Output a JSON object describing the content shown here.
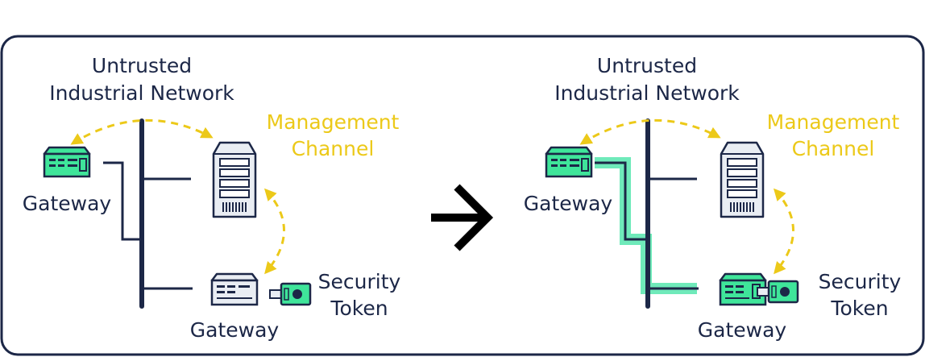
{
  "colors": {
    "navy": "#1c2747",
    "yellow": "#ecc919",
    "green": "#3fe59a",
    "green_glow": "#6feaba",
    "device_gray": "#e9edf3"
  },
  "left": {
    "network_line1": "Untrusted",
    "network_line2": "Industrial Network",
    "mgmt_line1": "Management",
    "mgmt_line2": "Channel",
    "gateway_top_label": "Gateway",
    "gateway_bottom_label": "Gateway",
    "token_line1": "Security",
    "token_line2": "Token"
  },
  "right": {
    "network_line1": "Untrusted",
    "network_line2": "Industrial Network",
    "mgmt_line1": "Management",
    "mgmt_line2": "Channel",
    "gateway_top_label": "Gateway",
    "gateway_bottom_label": "Gateway",
    "token_line1": "Security",
    "token_line2": "Token"
  },
  "icons": {
    "transition_arrow": "right-arrow-icon",
    "server": "server-icon",
    "gateway": "gateway-device-icon",
    "token": "security-token-icon"
  }
}
